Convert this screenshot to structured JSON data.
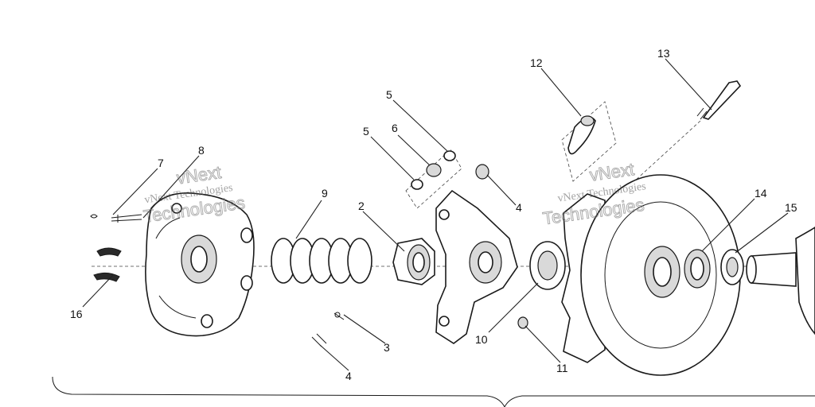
{
  "callouts": {
    "c2": "2",
    "c3": "3",
    "c4a": "4",
    "c4b": "4",
    "c5a": "5",
    "c5b": "5",
    "c6": "6",
    "c7": "7",
    "c8": "8",
    "c9": "9",
    "c10": "10",
    "c11": "11",
    "c12": "12",
    "c13": "13",
    "c14": "14",
    "c15": "15",
    "c16": "16"
  },
  "watermark": {
    "left_line": "vNext Technologies",
    "left_outline": "Technologies",
    "left_outline_top": "vNext",
    "right_line": "vNext Technologies",
    "right_outline": "Technologies",
    "right_outline_top": "vNext"
  }
}
